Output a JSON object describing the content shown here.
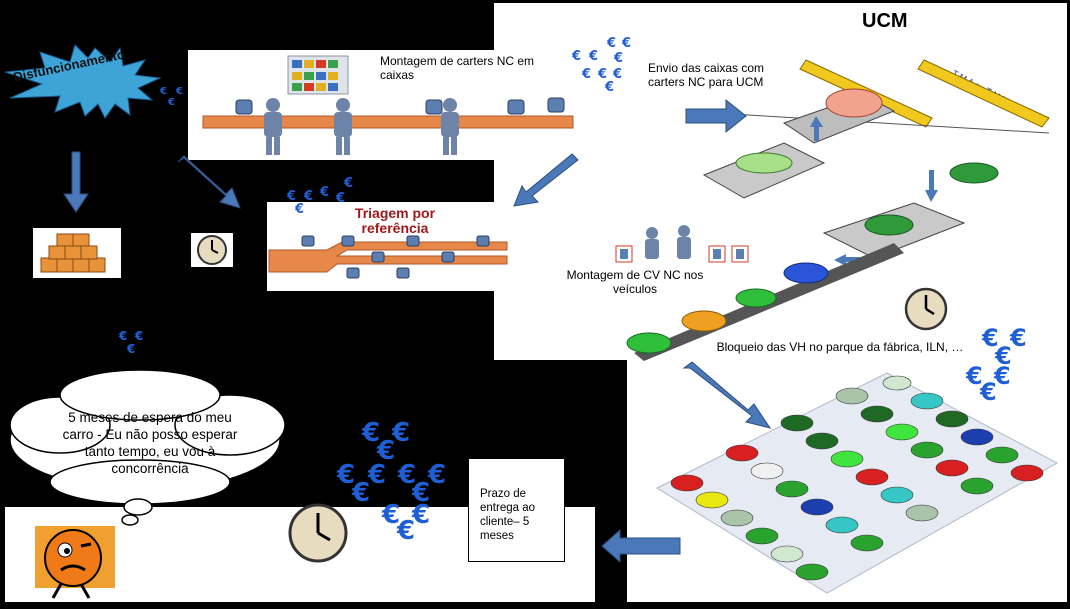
{
  "burst": {
    "label": "Disfuncionamento"
  },
  "assembly": {
    "label": "Montagem de carters NC em caixas"
  },
  "sorting": {
    "label": "Triagem por referência"
  },
  "ucm": {
    "title": "UCM",
    "send_label": "Envio das caixas com carters NC para UCM",
    "mount_label": "Montagem de CV NC nos veículos",
    "block_label": "Bloqueio das VH no parque da fábrica, ILN, …",
    "line_label": "T M A ou T M M"
  },
  "delivery": {
    "label": "Prazo de entrega ao cliente– 5 meses"
  },
  "speech": {
    "text": "5 meses de espera do meu carro - Eu não posso esperar tanto tempo, eu vou à concorrência"
  },
  "currency_symbol": "€",
  "colors": {
    "arrow": "#4a78b8",
    "euro": "#1f5fd6",
    "belt": "#e8874a",
    "sorting_title": "#a01818"
  }
}
